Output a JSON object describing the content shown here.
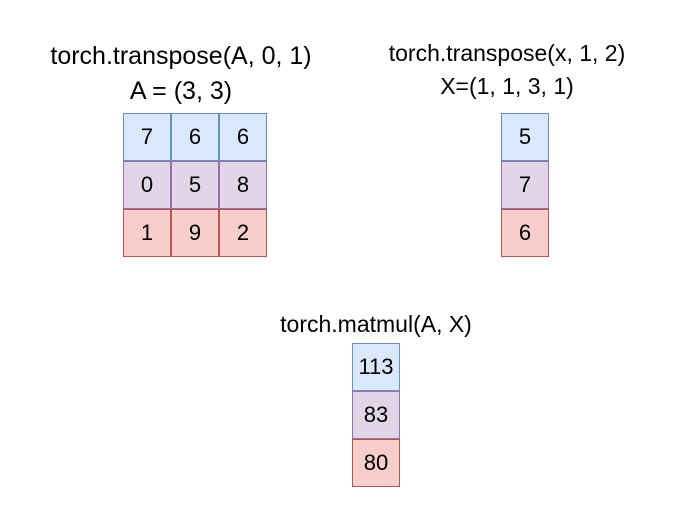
{
  "panels": {
    "transpose_a": {
      "line1": "torch.transpose(A, 0, 1)",
      "line2": "A = (3, 3)",
      "rows": [
        [
          "7",
          "6",
          "6"
        ],
        [
          "0",
          "5",
          "8"
        ],
        [
          "1",
          "9",
          "2"
        ]
      ]
    },
    "transpose_x": {
      "line1": "torch.transpose(x, 1, 2)",
      "line2": "X=(1, 1, 3, 1)",
      "values": [
        "5",
        "7",
        "6"
      ]
    },
    "matmul": {
      "line1": "torch.matmul(A, X)",
      "values": [
        "113",
        "83",
        "80"
      ]
    }
  },
  "colors": {
    "row1_fill": "#dae8fc",
    "row1_stroke": "#6c8ebf",
    "row2_fill": "#e1d5e7",
    "row2_stroke": "#9673a6",
    "row3_fill": "#f8cecc",
    "row3_stroke": "#b85450"
  }
}
